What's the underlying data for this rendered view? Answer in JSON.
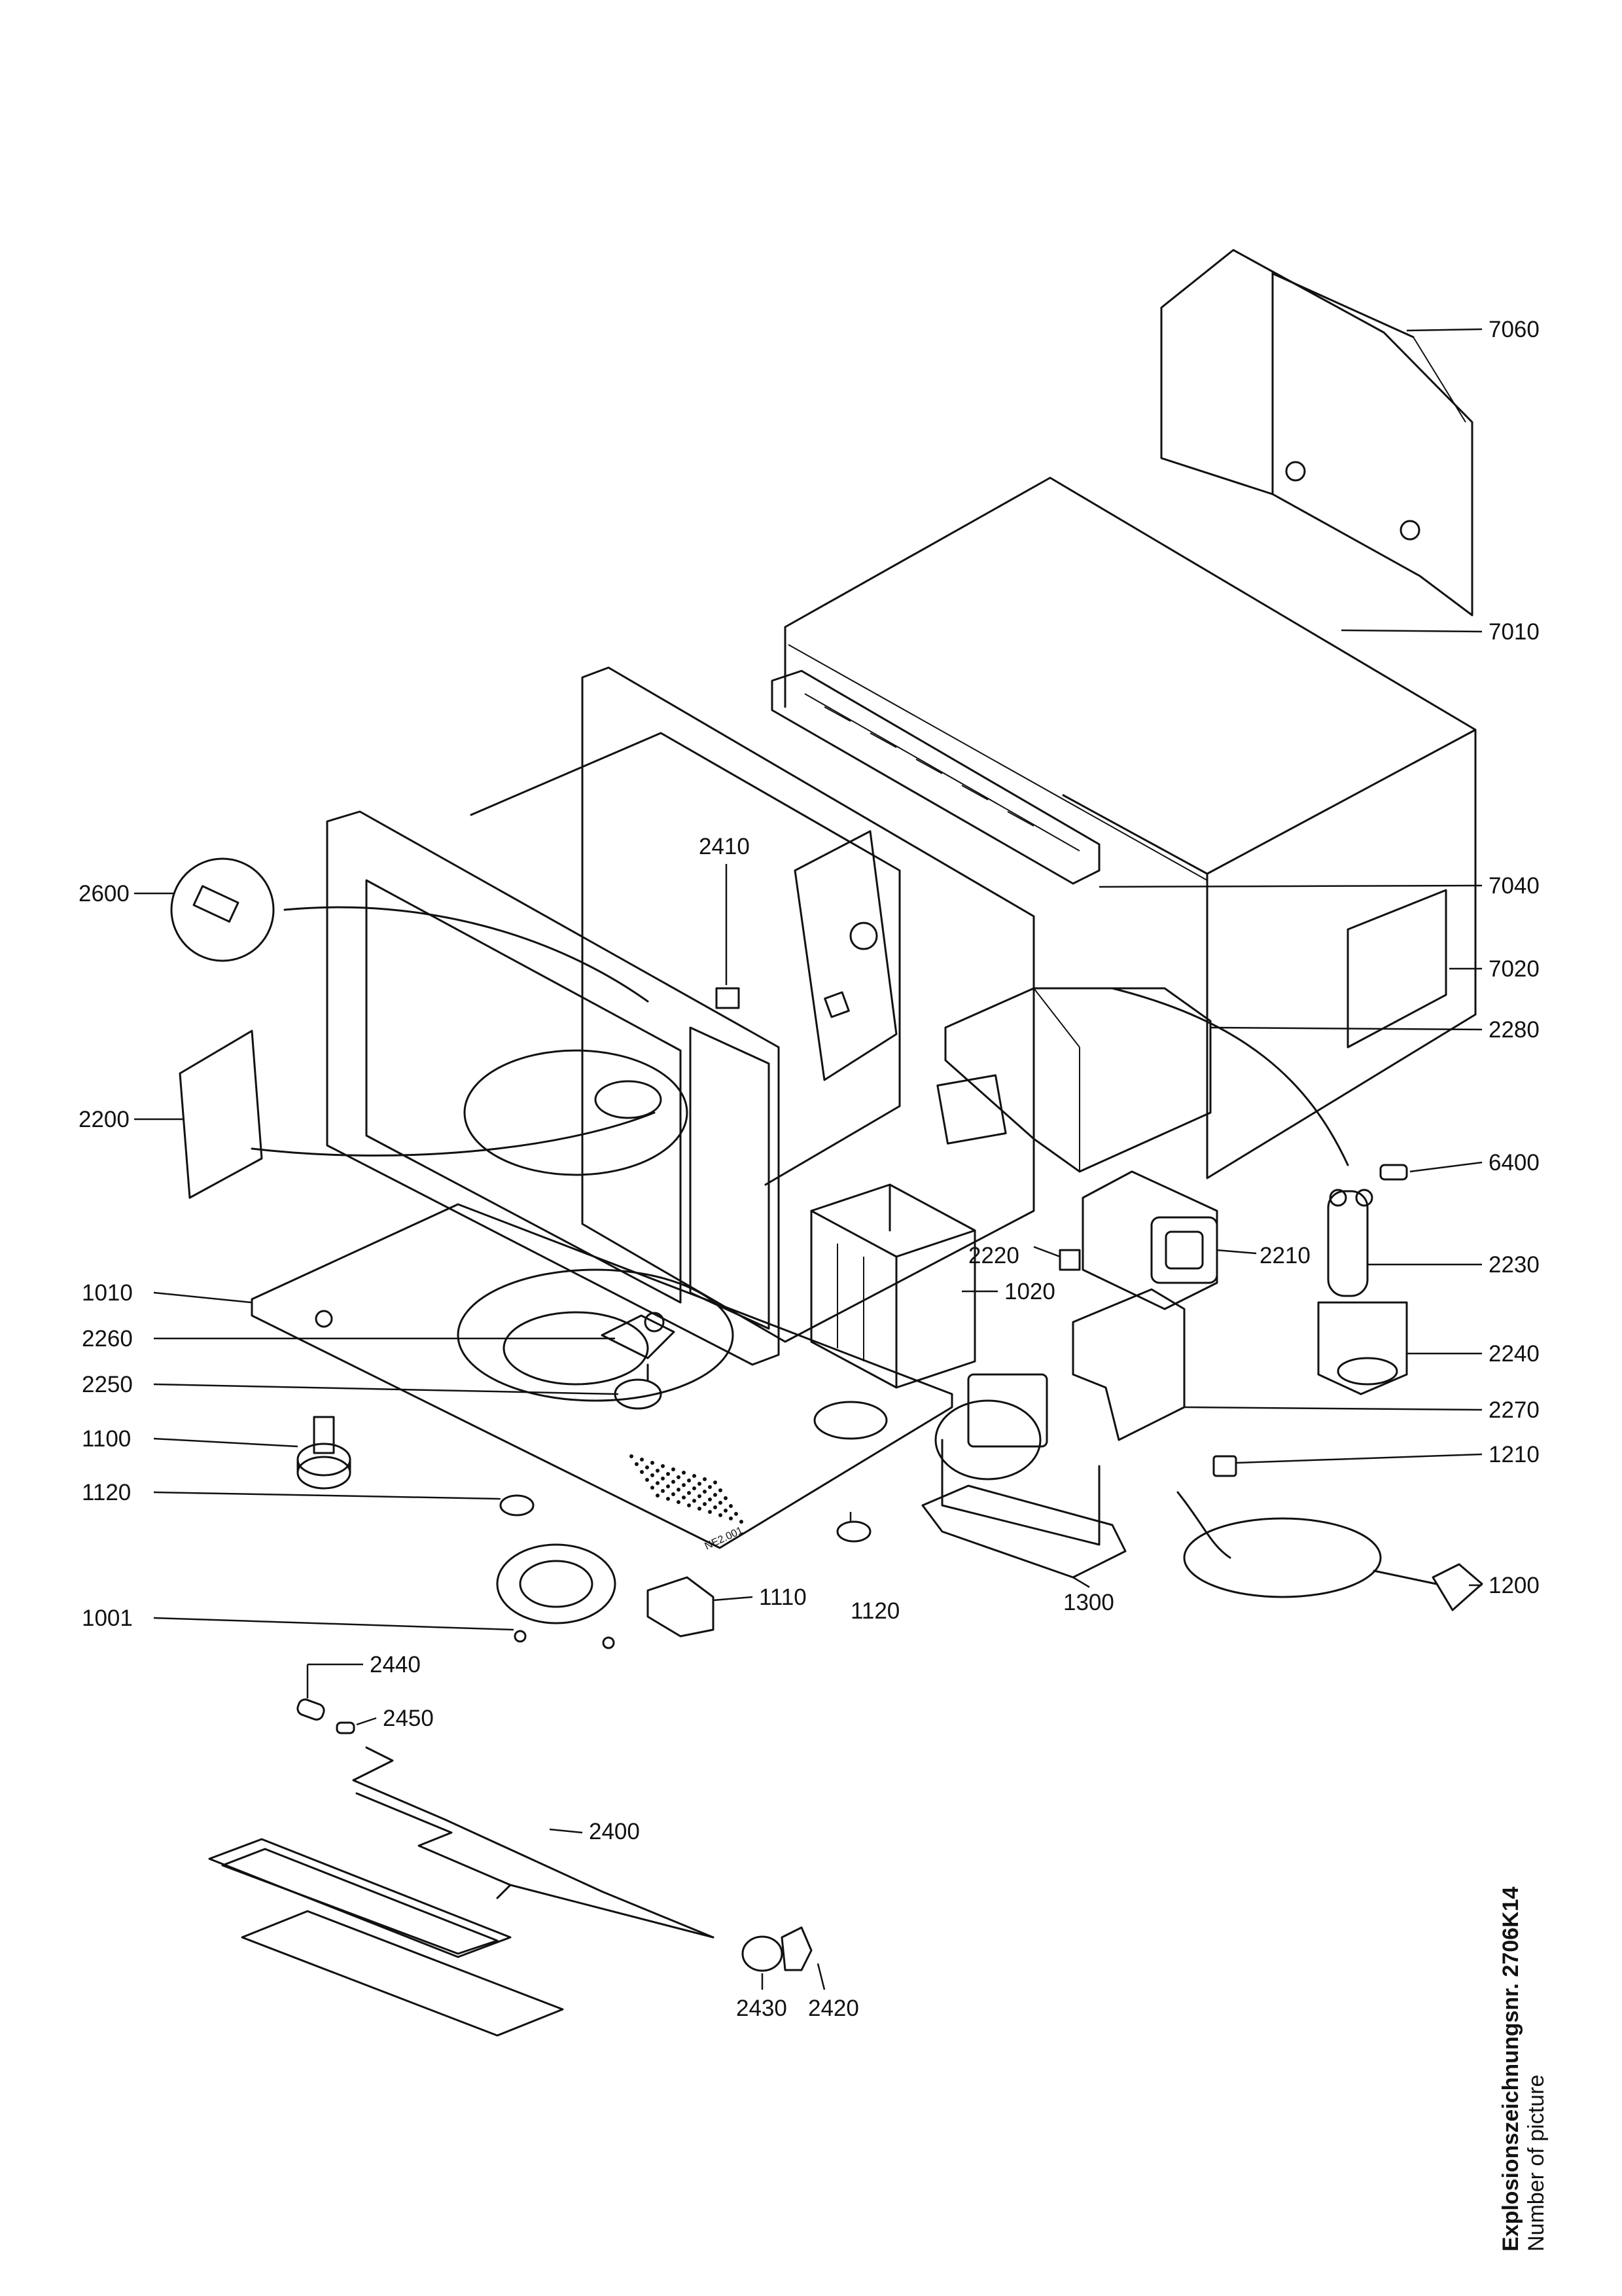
{
  "callouts": [
    {
      "id": "7060",
      "label": "7060"
    },
    {
      "id": "7010",
      "label": "7010"
    },
    {
      "id": "7040",
      "label": "7040"
    },
    {
      "id": "7020",
      "label": "7020"
    },
    {
      "id": "2280",
      "label": "2280"
    },
    {
      "id": "6400",
      "label": "6400"
    },
    {
      "id": "2230",
      "label": "2230"
    },
    {
      "id": "2240",
      "label": "2240"
    },
    {
      "id": "2270",
      "label": "2270"
    },
    {
      "id": "1210",
      "label": "1210"
    },
    {
      "id": "1200",
      "label": "1200"
    },
    {
      "id": "2410",
      "label": "2410"
    },
    {
      "id": "2600",
      "label": "2600"
    },
    {
      "id": "2200",
      "label": "2200"
    },
    {
      "id": "2220",
      "label": "2220"
    },
    {
      "id": "2210",
      "label": "2210"
    },
    {
      "id": "1020",
      "label": "1020"
    },
    {
      "id": "1010",
      "label": "1010"
    },
    {
      "id": "2260",
      "label": "2260"
    },
    {
      "id": "2250",
      "label": "2250"
    },
    {
      "id": "1100",
      "label": "1100"
    },
    {
      "id": "1120a",
      "label": "1120"
    },
    {
      "id": "1120b",
      "label": "1120"
    },
    {
      "id": "1110",
      "label": "1110"
    },
    {
      "id": "1300",
      "label": "1300"
    },
    {
      "id": "1001",
      "label": "1001"
    },
    {
      "id": "2440",
      "label": "2440"
    },
    {
      "id": "2450",
      "label": "2450"
    },
    {
      "id": "2400",
      "label": "2400"
    },
    {
      "id": "2430",
      "label": "2430"
    },
    {
      "id": "2420",
      "label": "2420"
    }
  ],
  "stamp": "NE2.001",
  "caption": {
    "line1": "Explosionszeichnungsnr. 2706K14",
    "line2": "Number of picture"
  }
}
